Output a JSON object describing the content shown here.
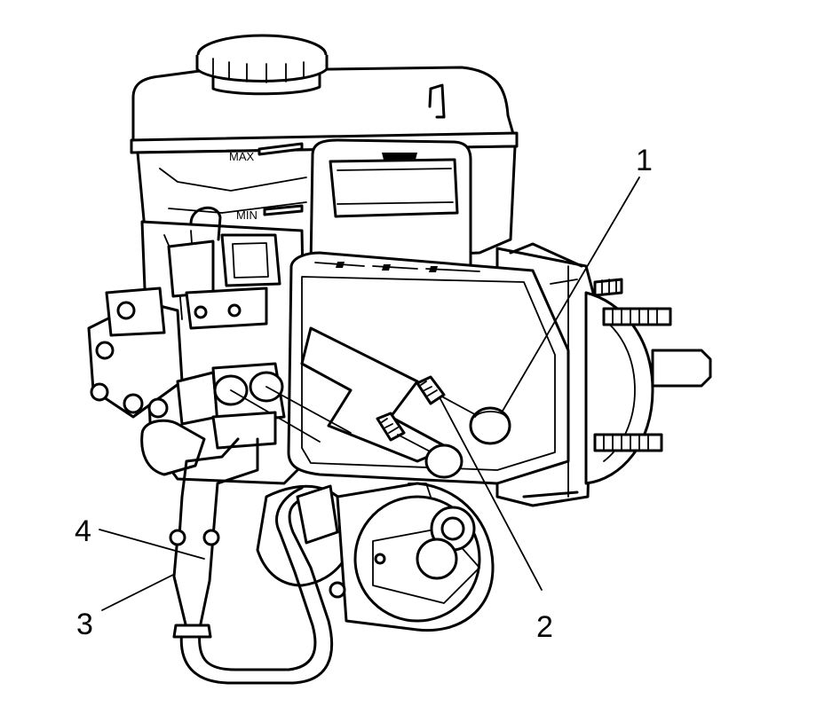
{
  "reservoir": {
    "max_label": "MAX",
    "min_label": "MIN"
  },
  "callouts": [
    {
      "number": "1",
      "target": "sensor-plug-1"
    },
    {
      "number": "2",
      "target": "fastener-2"
    },
    {
      "number": "3",
      "target": "wire-3"
    },
    {
      "number": "4",
      "target": "wire-4"
    }
  ]
}
